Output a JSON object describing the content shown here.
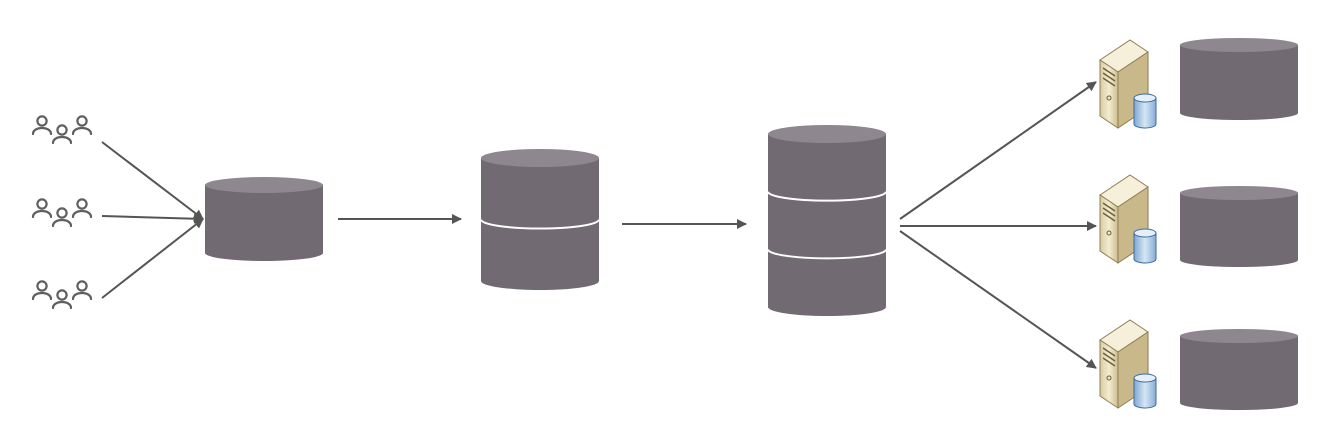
{
  "diagram": {
    "colors": {
      "background": "#ffffff",
      "cylinder_body": "#716a72",
      "cylinder_top": "#8e878f",
      "cylinder_seam": "#ffffff",
      "arrow": "#555555",
      "user_icon": "#5f5f5f",
      "server_case": "#e9dfbf",
      "server_case_shade": "#c8b88a",
      "mini_db": "#a9c7e6"
    },
    "nodes": [
      {
        "id": "user-group-1",
        "icon": "users-icon"
      },
      {
        "id": "user-group-2",
        "icon": "users-icon"
      },
      {
        "id": "user-group-3",
        "icon": "users-icon"
      },
      {
        "id": "database-1",
        "icon": "database-icon",
        "stack_segments": 1
      },
      {
        "id": "database-2",
        "icon": "database-icon",
        "stack_segments": 2
      },
      {
        "id": "database-3",
        "icon": "database-icon",
        "stack_segments": 3
      },
      {
        "id": "server-1",
        "icon": "server-icon"
      },
      {
        "id": "server-2",
        "icon": "server-icon"
      },
      {
        "id": "server-3",
        "icon": "server-icon"
      },
      {
        "id": "server-db-1",
        "icon": "database-icon",
        "stack_segments": 1
      },
      {
        "id": "server-db-2",
        "icon": "database-icon",
        "stack_segments": 1
      },
      {
        "id": "server-db-3",
        "icon": "database-icon",
        "stack_segments": 1
      }
    ],
    "edges": [
      {
        "from": "user-group-1",
        "to": "database-1"
      },
      {
        "from": "user-group-2",
        "to": "database-1"
      },
      {
        "from": "user-group-3",
        "to": "database-1"
      },
      {
        "from": "database-1",
        "to": "database-2"
      },
      {
        "from": "database-2",
        "to": "database-3"
      },
      {
        "from": "database-3",
        "to": "server-1"
      },
      {
        "from": "database-3",
        "to": "server-2"
      },
      {
        "from": "database-3",
        "to": "server-3"
      }
    ]
  }
}
